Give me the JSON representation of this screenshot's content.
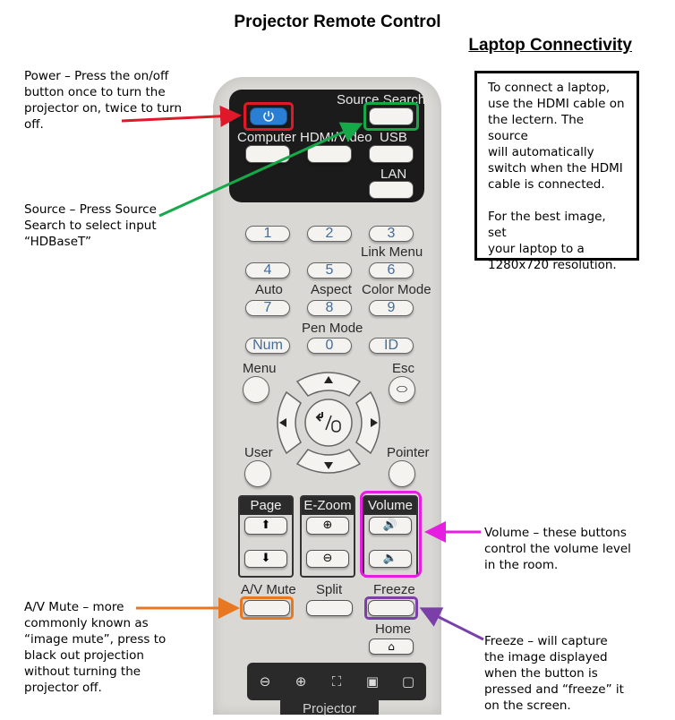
{
  "title": "Projector Remote Control",
  "subtitle": "Laptop Connectivity",
  "notes": {
    "power": [
      "Power – Press the on/off",
      "button once to turn the",
      "projector on, twice to turn",
      "off."
    ],
    "source": [
      "Source – Press Source",
      "Search to select input",
      "“HDBaseT”"
    ],
    "volume": [
      "Volume – these buttons",
      "control the volume level",
      "in the room."
    ],
    "avmute": [
      "A/V Mute – more",
      "commonly known as",
      "“image mute”, press to",
      "black out projection",
      "without turning the",
      "projector off."
    ],
    "freeze": [
      "Freeze – will capture",
      "the image displayed",
      "when the button is",
      "pressed and “freeze” it",
      "on the screen."
    ]
  },
  "infobox": {
    "para1": [
      "To connect a laptop,",
      "use the HDMI cable on",
      "the lectern.  The source",
      "will automatically",
      "switch when the HDMI",
      "cable is connected."
    ],
    "para2": [
      "For the best image, set",
      "your laptop to a",
      "1280x720 resolution."
    ]
  },
  "remote": {
    "source_search": "Source Search",
    "computer": "Computer",
    "hdmi_video": "HDMI/Video",
    "usb": "USB",
    "lan": "LAN",
    "link_menu": "Link Menu",
    "auto": "Auto",
    "aspect": "Aspect",
    "color_mode": "Color Mode",
    "pen_mode": "Pen Mode",
    "num": "Num",
    "id": "ID",
    "menu": "Menu",
    "esc": "Esc",
    "user": "User",
    "pointer": "Pointer",
    "page": "Page",
    "ezoom": "E-Zoom",
    "volume": "Volume",
    "av_mute": "A/V Mute",
    "split": "Split",
    "freeze": "Freeze",
    "home": "Home",
    "brand": "Projector",
    "digits": [
      "1",
      "2",
      "3",
      "4",
      "5",
      "6",
      "7",
      "8",
      "9",
      "0"
    ]
  },
  "colors": {
    "power_highlight": "#e0192a",
    "source_highlight": "#17a84a",
    "volume_highlight": "#e51ee0",
    "avmute_highlight": "#e87722",
    "freeze_highlight": "#7a3fa8",
    "power_button": "#2a7fd4"
  },
  "icons": {
    "power": "power-icon",
    "ok": "enter-mouse-icon",
    "zoom_out": "zoom-out-icon",
    "zoom_in": "zoom-in-icon",
    "fullscreen": "fullscreen-icon",
    "presentation": "presentation-icon",
    "comment": "comment-icon",
    "home": "home-icon"
  }
}
